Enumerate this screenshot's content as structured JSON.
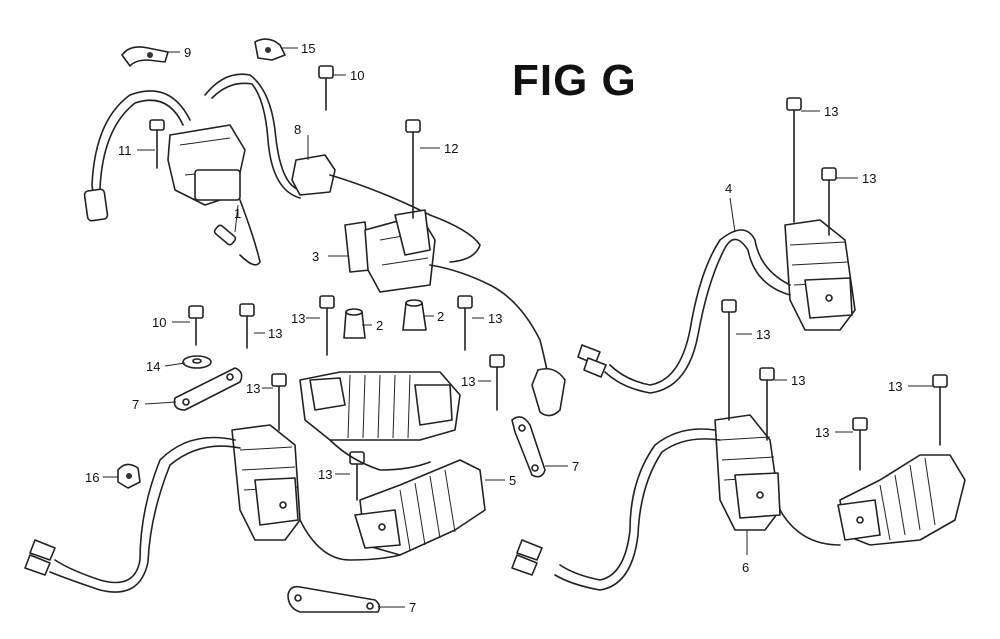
{
  "figure": {
    "title": "FIG G"
  },
  "callouts": {
    "c9": "9",
    "c15": "15",
    "c10a": "10",
    "c8": "8",
    "c11": "11",
    "c12": "12",
    "c1": "1",
    "c3": "3",
    "c2a": "2",
    "c2b": "2",
    "c10b": "10",
    "c13a": "13",
    "c13b": "13",
    "c13c": "13",
    "c14": "14",
    "c7a": "7",
    "c13d": "13",
    "c13e": "13",
    "c16": "16",
    "c13f": "13",
    "c5": "5",
    "c7b": "7",
    "c7c": "7",
    "c4": "4",
    "c13g": "13",
    "c13h": "13",
    "c13i": "13",
    "c13j": "13",
    "c13k": "13",
    "c13l": "13",
    "c6": "6"
  }
}
